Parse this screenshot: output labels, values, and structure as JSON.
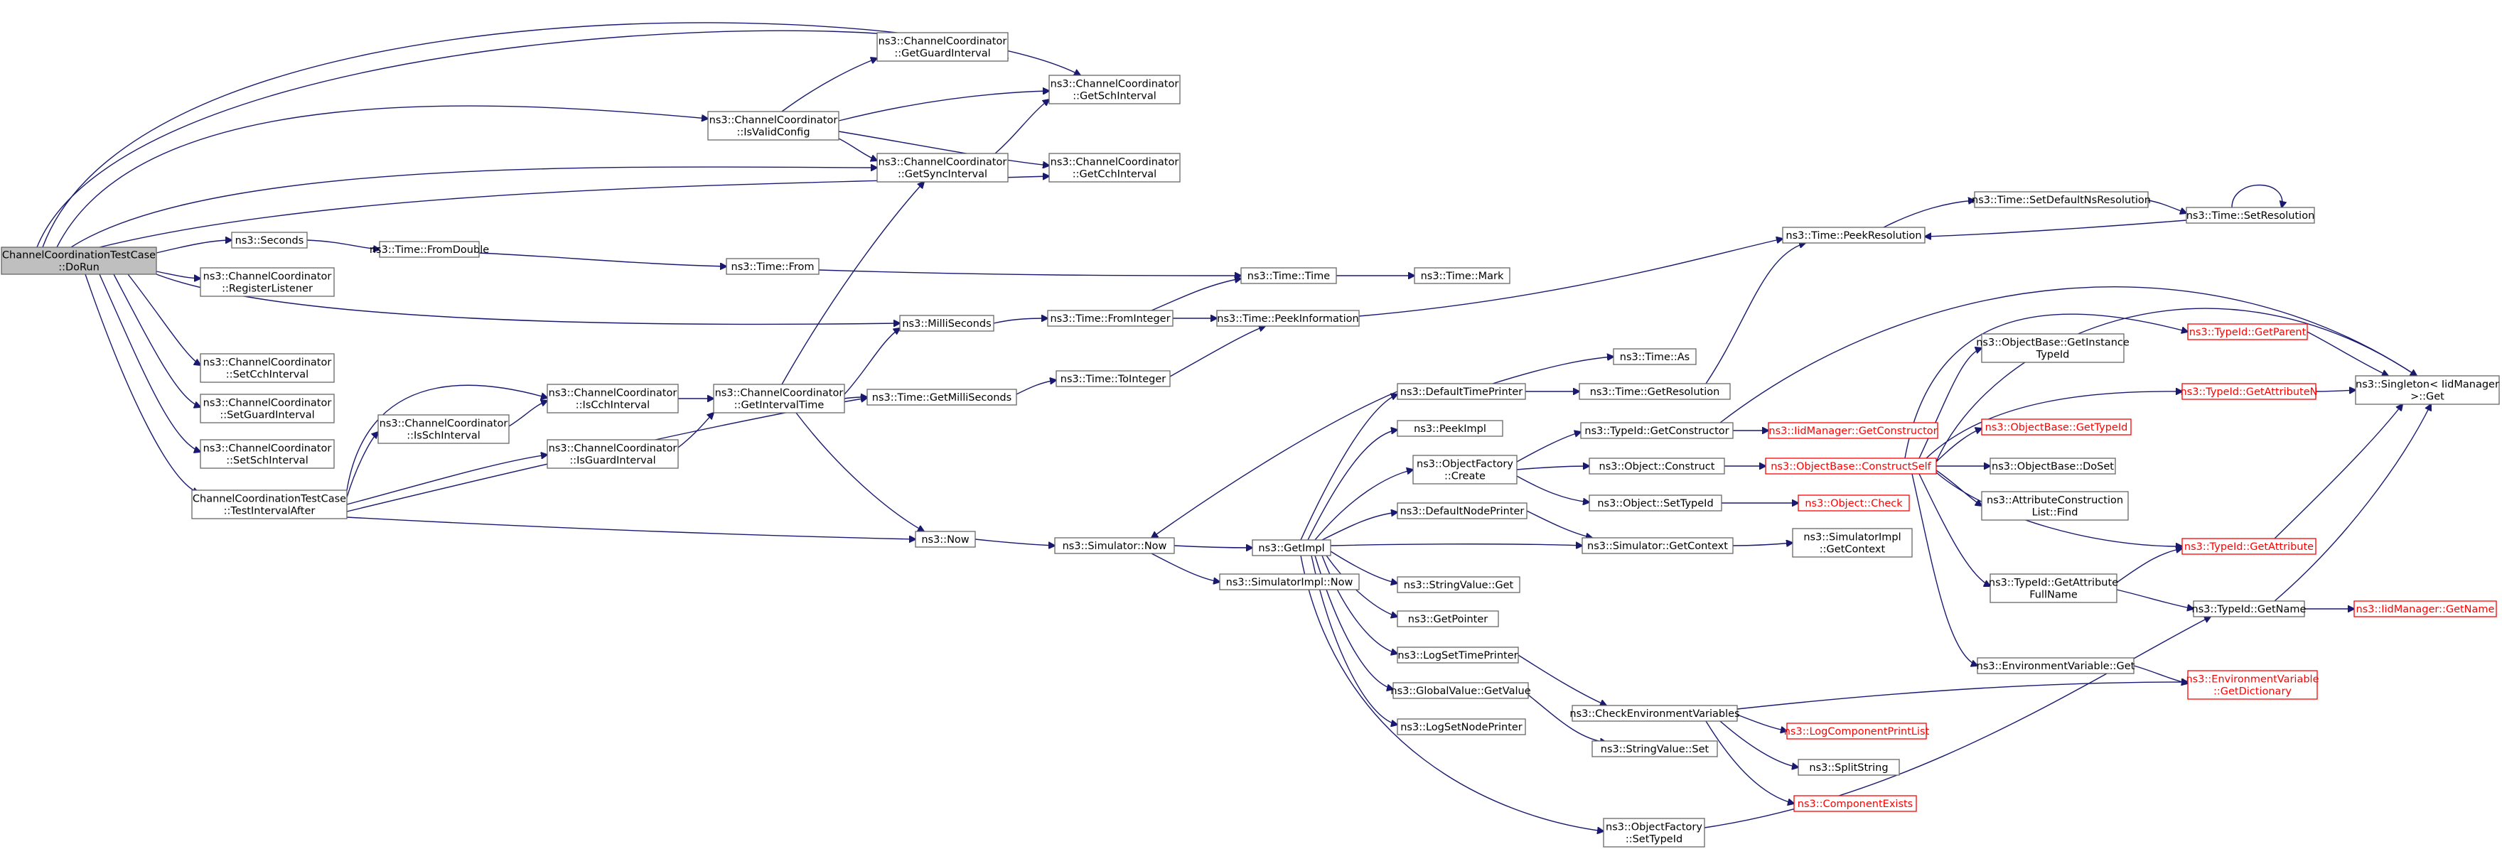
{
  "graph": {
    "nodes": [
      {
        "id": "n_dorun",
        "lines": [
          "ChannelCoordinationTestCase",
          "::DoRun"
        ],
        "style": "root"
      },
      {
        "id": "n_getguardinterval",
        "lines": [
          "ns3::ChannelCoordinator",
          "::GetGuardInterval"
        ]
      },
      {
        "id": "n_getschinterval",
        "lines": [
          "ns3::ChannelCoordinator",
          "::GetSchInterval"
        ]
      },
      {
        "id": "n_isvalidconfig",
        "lines": [
          "ns3::ChannelCoordinator",
          "::IsValidConfig"
        ]
      },
      {
        "id": "n_getsyncinterval",
        "lines": [
          "ns3::ChannelCoordinator",
          "::GetSyncInterval"
        ]
      },
      {
        "id": "n_getcchinterval",
        "lines": [
          "ns3::ChannelCoordinator",
          "::GetCchInterval"
        ]
      },
      {
        "id": "n_seconds",
        "lines": [
          "ns3::Seconds"
        ]
      },
      {
        "id": "n_fromdouble",
        "lines": [
          "ns3::Time::FromDouble"
        ]
      },
      {
        "id": "n_from",
        "lines": [
          "ns3::Time::From"
        ]
      },
      {
        "id": "n_time",
        "lines": [
          "ns3::Time::Time"
        ]
      },
      {
        "id": "n_mark",
        "lines": [
          "ns3::Time::Mark"
        ]
      },
      {
        "id": "n_registerlistener",
        "lines": [
          "ns3::ChannelCoordinator",
          "::RegisterListener"
        ]
      },
      {
        "id": "n_milliseconds",
        "lines": [
          "ns3::MilliSeconds"
        ]
      },
      {
        "id": "n_frominteger",
        "lines": [
          "ns3::Time::FromInteger"
        ]
      },
      {
        "id": "n_peekinformation",
        "lines": [
          "ns3::Time::PeekInformation"
        ]
      },
      {
        "id": "n_peekresolution",
        "lines": [
          "ns3::Time::PeekResolution"
        ]
      },
      {
        "id": "n_setdefaultnsres",
        "lines": [
          "ns3::Time::SetDefaultNsResolution"
        ]
      },
      {
        "id": "n_setresolution",
        "lines": [
          "ns3::Time::SetResolution"
        ]
      },
      {
        "id": "n_setcchinterval",
        "lines": [
          "ns3::ChannelCoordinator",
          "::SetCchInterval"
        ]
      },
      {
        "id": "n_setguardinterval",
        "lines": [
          "ns3::ChannelCoordinator",
          "::SetGuardInterval"
        ]
      },
      {
        "id": "n_setschinterval",
        "lines": [
          "ns3::ChannelCoordinator",
          "::SetSchInterval"
        ]
      },
      {
        "id": "n_testintervalafter",
        "lines": [
          "ChannelCoordinationTestCase",
          "::TestIntervalAfter"
        ]
      },
      {
        "id": "n_isschinterval",
        "lines": [
          "ns3::ChannelCoordinator",
          "::IsSchInterval"
        ]
      },
      {
        "id": "n_iscchinterval",
        "lines": [
          "ns3::ChannelCoordinator",
          "::IsCchInterval"
        ]
      },
      {
        "id": "n_isguardinterval",
        "lines": [
          "ns3::ChannelCoordinator",
          "::IsGuardInterval"
        ]
      },
      {
        "id": "n_getintervaltime",
        "lines": [
          "ns3::ChannelCoordinator",
          "::GetIntervalTime"
        ]
      },
      {
        "id": "n_getmilliseconds",
        "lines": [
          "ns3::Time::GetMilliSeconds"
        ]
      },
      {
        "id": "n_tointeger",
        "lines": [
          "ns3::Time::ToInteger"
        ]
      },
      {
        "id": "n_now",
        "lines": [
          "ns3::Now"
        ]
      },
      {
        "id": "n_simnow",
        "lines": [
          "ns3::Simulator::Now"
        ]
      },
      {
        "id": "n_simimplnow",
        "lines": [
          "ns3::SimulatorImpl::Now"
        ]
      },
      {
        "id": "n_getimpl",
        "lines": [
          "ns3::GetImpl"
        ]
      },
      {
        "id": "n_defaulttimeprinter",
        "lines": [
          "ns3::DefaultTimePrinter"
        ]
      },
      {
        "id": "n_as",
        "lines": [
          "ns3::Time::As"
        ]
      },
      {
        "id": "n_getresolution",
        "lines": [
          "ns3::Time::GetResolution"
        ]
      },
      {
        "id": "n_peekimpl",
        "lines": [
          "ns3::PeekImpl"
        ]
      },
      {
        "id": "n_objfactorycreate",
        "lines": [
          "ns3::ObjectFactory",
          "::Create"
        ]
      },
      {
        "id": "n_defaultnodeprinter",
        "lines": [
          "ns3::DefaultNodePrinter"
        ]
      },
      {
        "id": "n_stringvalueget",
        "lines": [
          "ns3::StringValue::Get"
        ]
      },
      {
        "id": "n_getpointer",
        "lines": [
          "ns3::GetPointer"
        ]
      },
      {
        "id": "n_logsettimeprinter",
        "lines": [
          "ns3::LogSetTimePrinter"
        ]
      },
      {
        "id": "n_globalvalueget",
        "lines": [
          "ns3::GlobalValue::GetValue"
        ]
      },
      {
        "id": "n_logsetnodeprinter",
        "lines": [
          "ns3::LogSetNodePrinter"
        ]
      },
      {
        "id": "n_typeidgetconstructor",
        "lines": [
          "ns3::TypeId::GetConstructor"
        ]
      },
      {
        "id": "n_iidgetconstructor",
        "lines": [
          "ns3::IidManager::GetConstructor"
        ],
        "style": "trunc"
      },
      {
        "id": "n_objectconstruct",
        "lines": [
          "ns3::Object::Construct"
        ]
      },
      {
        "id": "n_objectsettypeid",
        "lines": [
          "ns3::Object::SetTypeId"
        ]
      },
      {
        "id": "n_simgetcontext",
        "lines": [
          "ns3::Simulator::GetContext"
        ]
      },
      {
        "id": "n_simimplgetcontext",
        "lines": [
          "ns3::SimulatorImpl",
          "::GetContext"
        ]
      },
      {
        "id": "n_checkenvvars",
        "lines": [
          "ns3::CheckEnvironmentVariables"
        ]
      },
      {
        "id": "n_stringvalueset",
        "lines": [
          "ns3::StringValue::Set"
        ]
      },
      {
        "id": "n_objfactorysettypeid",
        "lines": [
          "ns3::ObjectFactory",
          "::SetTypeId"
        ]
      },
      {
        "id": "n_objbaseconstructself",
        "lines": [
          "ns3::ObjectBase::ConstructSelf"
        ],
        "style": "trunc"
      },
      {
        "id": "n_objectcheck",
        "lines": [
          "ns3::Object::Check"
        ],
        "style": "trunc"
      },
      {
        "id": "n_logcompprintlist",
        "lines": [
          "ns3::LogComponentPrintList"
        ],
        "style": "trunc"
      },
      {
        "id": "n_splitstring",
        "lines": [
          "ns3::SplitString"
        ]
      },
      {
        "id": "n_componentexists",
        "lines": [
          "ns3::ComponentExists"
        ],
        "style": "trunc"
      },
      {
        "id": "n_getinstancetypeid",
        "lines": [
          "ns3::ObjectBase::GetInstance",
          "TypeId"
        ]
      },
      {
        "id": "n_objbasegettypeid",
        "lines": [
          "ns3::ObjectBase::GetTypeId"
        ],
        "style": "trunc"
      },
      {
        "id": "n_objbasedoset",
        "lines": [
          "ns3::ObjectBase::DoSet"
        ]
      },
      {
        "id": "n_attrconstructionfind",
        "lines": [
          "ns3::AttributeConstruction",
          "List::Find"
        ]
      },
      {
        "id": "n_typeidgetattrfullname",
        "lines": [
          "ns3::TypeId::GetAttribute",
          "FullName"
        ]
      },
      {
        "id": "n_envvarget",
        "lines": [
          "ns3::EnvironmentVariable::Get"
        ]
      },
      {
        "id": "n_typeidgetparent",
        "lines": [
          "ns3::TypeId::GetParent"
        ],
        "style": "trunc"
      },
      {
        "id": "n_typeidgetattributen",
        "lines": [
          "ns3::TypeId::GetAttributeN"
        ],
        "style": "trunc"
      },
      {
        "id": "n_singletonget",
        "lines": [
          "ns3::Singleton< IidManager",
          " >::Get"
        ]
      },
      {
        "id": "n_typeidgetattribute",
        "lines": [
          "ns3::TypeId::GetAttribute"
        ],
        "style": "trunc"
      },
      {
        "id": "n_typeidgetname",
        "lines": [
          "ns3::TypeId::GetName"
        ]
      },
      {
        "id": "n_iidgetname",
        "lines": [
          "ns3::IidManager::GetName"
        ],
        "style": "trunc"
      },
      {
        "id": "n_envvargetdict",
        "lines": [
          "ns3::EnvironmentVariable",
          "::GetDictionary"
        ],
        "style": "trunc"
      }
    ]
  }
}
